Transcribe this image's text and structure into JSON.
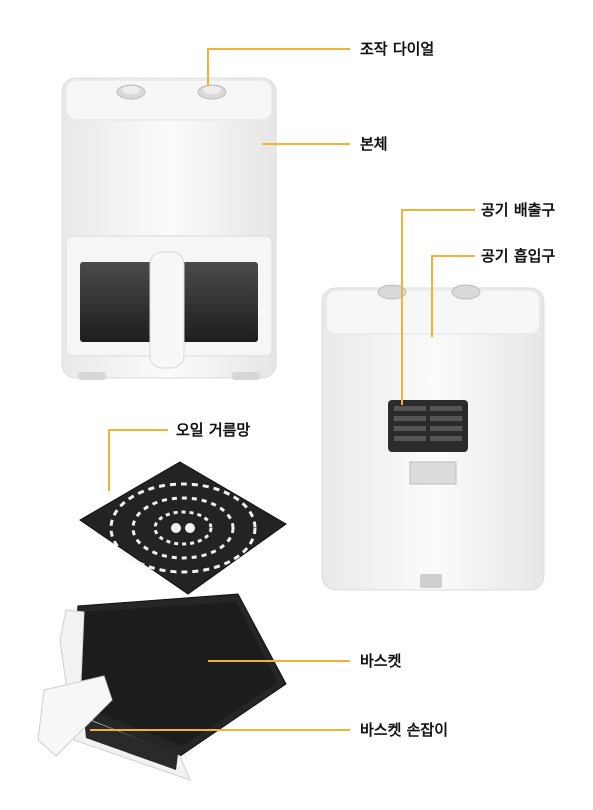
{
  "labels": {
    "control_dial": "조작 다이얼",
    "body": "본체",
    "air_outlet": "공기 배출구",
    "air_inlet": "공기 흡입구",
    "oil_filter": "오일 거름망",
    "basket": "바스켓",
    "basket_handle": "바스켓 손잡이"
  },
  "colors": {
    "leader_line": "#f2b233",
    "appliance": "#f4f4f4",
    "dark": "#2b2b2b"
  }
}
